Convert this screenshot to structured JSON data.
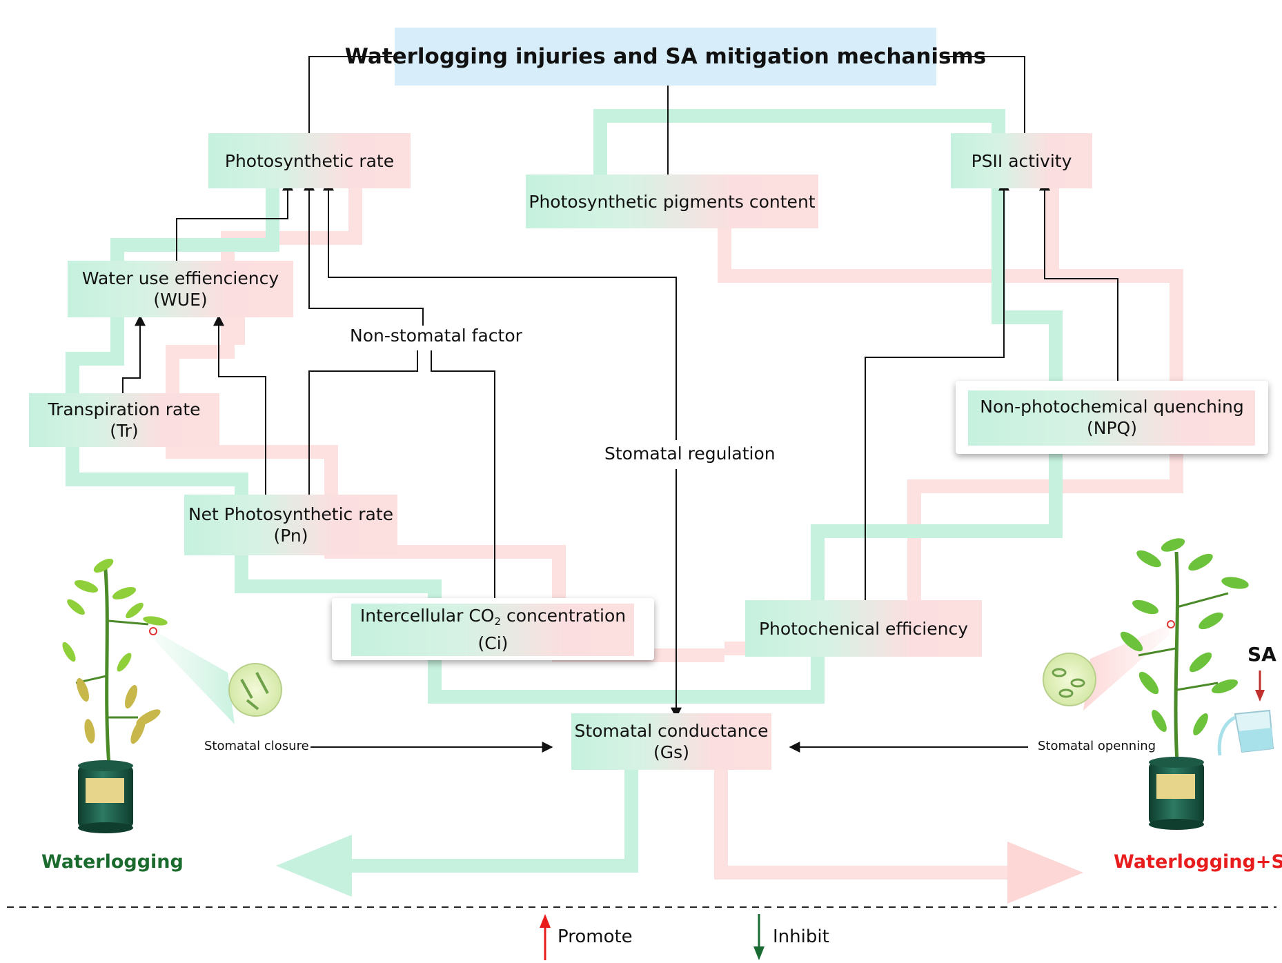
{
  "title": "Waterlogging injuries and SA mitigation mechanisms",
  "colors": {
    "promote": "#e81c1c",
    "inhibit": "#1a6b33",
    "waterlogging_path": "#c6f1df",
    "sa_path": "#fce0e0",
    "title_box": "#d7edf9"
  },
  "nodes": {
    "photosynthetic_rate": {
      "label": "Photosynthetic rate",
      "effect_waterlogging": "inhibit",
      "effect_sa": "promote"
    },
    "pigments": {
      "label": "Photosynthetic pigments content",
      "effect_waterlogging": "inhibit",
      "effect_sa": "promote"
    },
    "psii": {
      "label": "PSII activity",
      "effect_waterlogging": "inhibit",
      "effect_sa": "promote"
    },
    "wue": {
      "label": "Water use effienciency",
      "abbr": "(WUE)",
      "effect_waterlogging": "inhibit",
      "effect_sa": "promote"
    },
    "tr": {
      "label": "Transpiration rate",
      "abbr": "(Tr)",
      "effect_waterlogging": "inhibit",
      "effect_sa": "promote"
    },
    "pn": {
      "label": "Net Photosynthetic rate",
      "abbr": "(Pn)",
      "effect_waterlogging": "inhibit",
      "effect_sa": "promote"
    },
    "ci": {
      "label_prefix": "Intercellular CO",
      "label_sub": "2",
      "label_suffix": " concentration",
      "abbr": "(Ci)",
      "effect_waterlogging": "promote",
      "effect_sa": "inhibit"
    },
    "npq": {
      "label": "Non-photochemical quenching",
      "abbr": "(NPQ)",
      "effect_waterlogging": "promote",
      "effect_sa": "inhibit"
    },
    "photochemical": {
      "label": "Photochenical efficiency",
      "effect_waterlogging": "inhibit",
      "effect_sa": "promote"
    },
    "gs": {
      "label": "Stomatal conductance",
      "abbr": "(Gs)",
      "effect_waterlogging": "inhibit",
      "effect_sa": "promote"
    }
  },
  "labels": {
    "non_stomatal": "Non-stomatal factor",
    "stomatal_regulation": "Stomatal regulation",
    "stomatal_closure": "Stomatal closure",
    "stomatal_opening": "Stomatal openning"
  },
  "treatments": {
    "left": "Waterlogging",
    "right": "Waterlogging+SA",
    "sa": "SA"
  },
  "legend": {
    "promote": "Promote",
    "inhibit": "Inhibit"
  }
}
